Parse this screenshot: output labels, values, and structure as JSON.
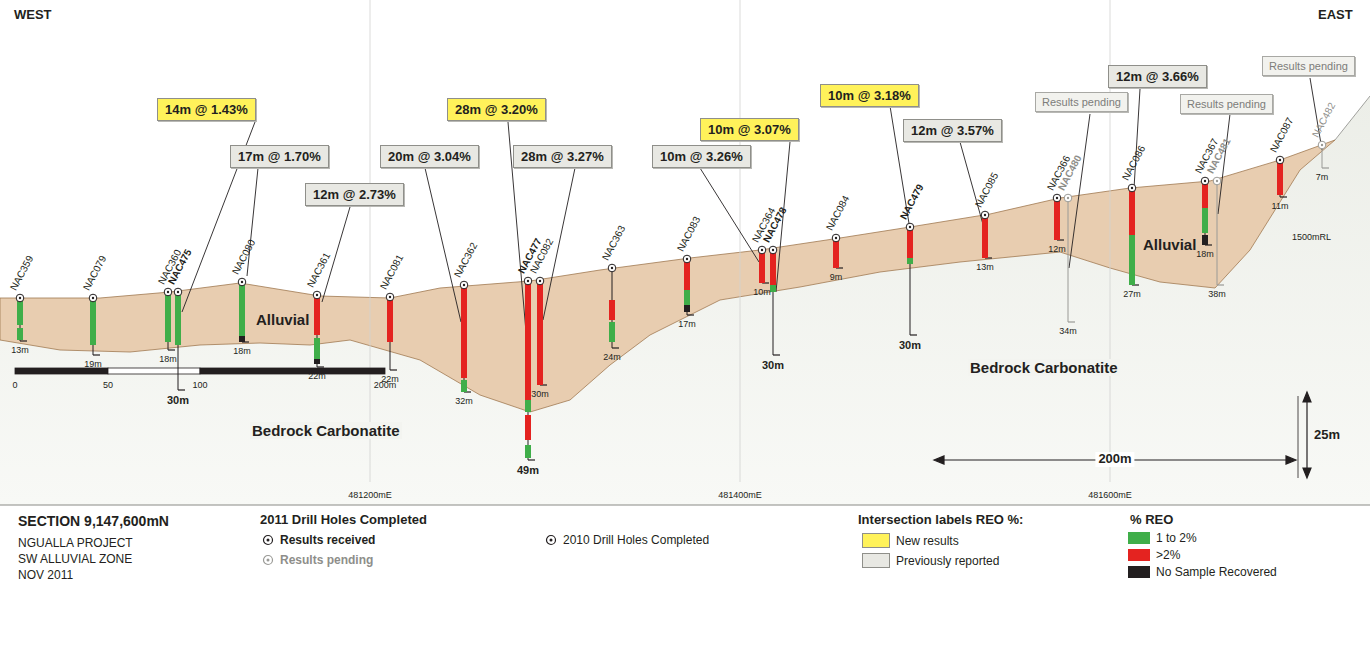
{
  "diagram": {
    "title": "SECTION 9,147,600mN",
    "nodes": [
      {
        "text": [
          "14m @ 1.43%"
        ]
      },
      {
        "text": [
          "17m @ 1.70%"
        ]
      },
      {
        "text": [
          "12m @ 2.73%"
        ]
      },
      {
        "text": [
          "20m @ 3.04%"
        ]
      },
      {
        "text": [
          "28m @ 3.20%"
        ]
      },
      {
        "text": [
          "28m @ 3.27%"
        ]
      },
      {
        "text": [
          "10m @ 3.26%"
        ]
      },
      {
        "text": [
          "10m @ 3.07%"
        ]
      },
      {
        "text": [
          "10m @ 3.18%"
        ]
      },
      {
        "text": [
          "12m @ 3.57%"
        ]
      },
      {
        "text": [
          "Results pending"
        ]
      },
      {
        "text": [
          "12m @ 3.66%"
        ]
      },
      {
        "text": [
          "Results pending"
        ]
      },
      {
        "text": [
          "Results pending"
        ]
      }
    ],
    "labels": [
      "WEST",
      "EAST",
      "NAC359",
      "NAC079",
      "NAC360",
      "NAC475",
      "NAC080",
      "NAC361",
      "NAC081",
      "NAC362",
      "NAC477",
      "NAC082",
      "NAC363",
      "NAC083",
      "NAC364",
      "NAC478",
      "NAC084",
      "NAC479",
      "NAC085",
      "NAC366",
      "NAC480",
      "NAC086",
      "NAC367",
      "NAC481",
      "NAC087",
      "NAC482",
      "13m",
      "19m",
      "18m",
      "30m",
      "18m",
      "22m",
      "22m",
      "32m",
      "49m",
      "30m",
      "24m",
      "17m",
      "10m",
      "30m",
      "9m",
      "30m",
      "13m",
      "12m",
      "34m",
      "27m",
      "18m",
      "38m",
      "11m",
      "7m",
      "Alluvial",
      "Alluvial",
      "Bedrock Carbonatite",
      "Bedrock Carbonatite",
      "1500mRL",
      "0",
      "50",
      "100",
      "200m",
      "481200mE",
      "481400mE",
      "481600mE",
      "25m",
      "200m",
      "NGUALLA PROJECT",
      "SW ALLUVIAL ZONE",
      "NOV 2011",
      "2011 Drill Holes Completed",
      "Intersection labels REO %:",
      "% REO"
    ],
    "legend": [
      {
        "text": "Results received"
      },
      {
        "text": "Results pending"
      },
      {
        "text": "2010 Drill Holes Completed"
      },
      {
        "text": "New results",
        "color": "#fff25a"
      },
      {
        "text": "Previously reported",
        "color": "#e8e8e3"
      },
      {
        "text": "1 to 2%",
        "color": "#3fae49"
      },
      {
        "text": ">2%",
        "color": "#e42320"
      },
      {
        "text": "No Sample Recovered",
        "color": "#231f20"
      }
    ]
  }
}
